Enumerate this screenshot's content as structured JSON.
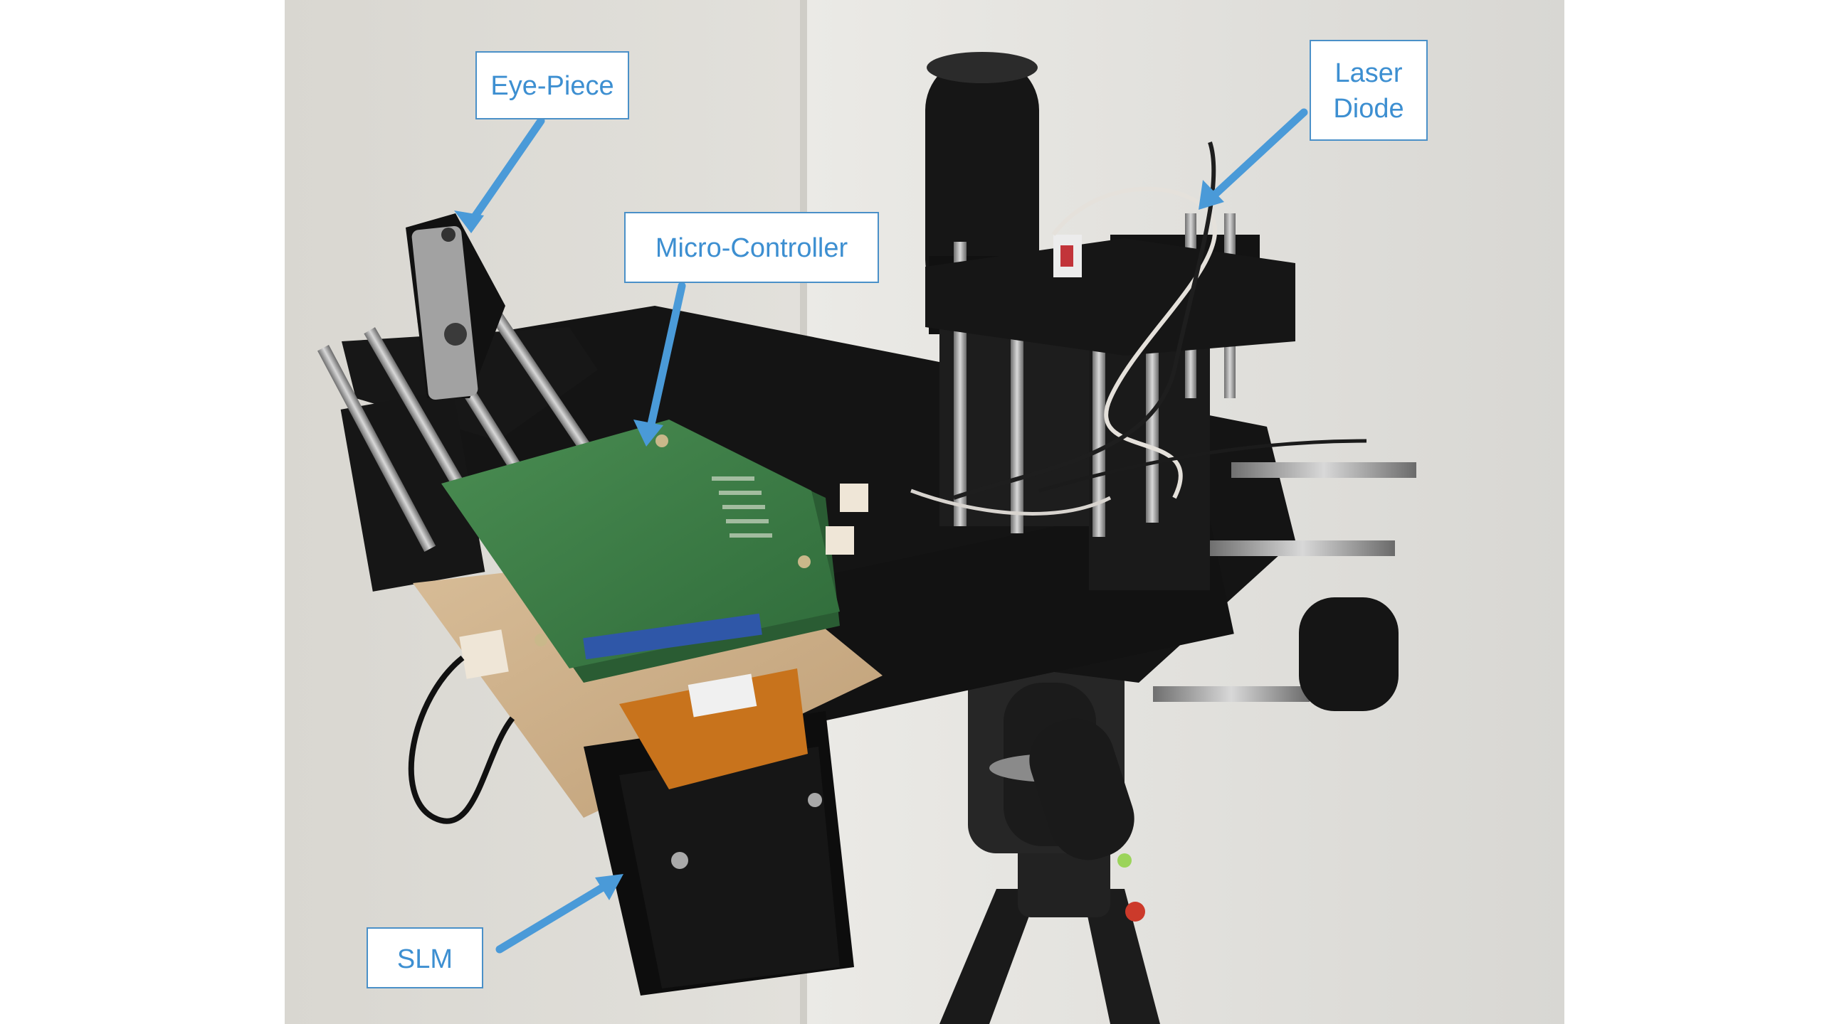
{
  "labels": {
    "eyepiece": "Eye-Piece",
    "micro_controller": "Micro-Controller",
    "laser_line1": "Laser",
    "laser_line2": "Diode",
    "slm": "SLM"
  },
  "colors": {
    "accent": "#3d8fd1",
    "arrow": "#4a9ad8",
    "background": "#ffffff",
    "wall": "#e6e4df"
  },
  "icons": {
    "pointer": "arrow-icon"
  }
}
